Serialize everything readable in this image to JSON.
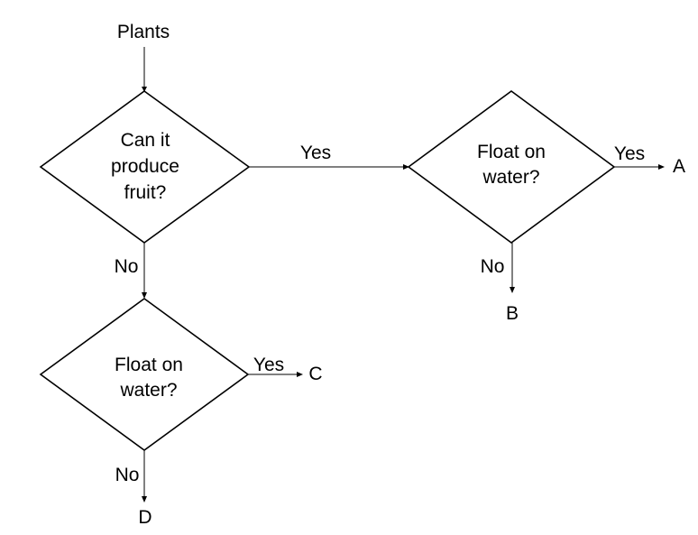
{
  "start_label": "Plants",
  "nodes": {
    "fruit_question": {
      "lines": [
        "Can it",
        "produce",
        "fruit?"
      ]
    },
    "float_right": {
      "lines": [
        "Float on",
        "water?"
      ]
    },
    "float_left": {
      "lines": [
        "Float on",
        "water?"
      ]
    }
  },
  "edges": {
    "fruit_yes": "Yes",
    "fruit_no": "No",
    "right_yes": "Yes",
    "right_no": "No",
    "left_yes": "Yes",
    "left_no": "No"
  },
  "outcomes": {
    "a": "A",
    "b": "B",
    "c": "C",
    "d": "D"
  },
  "colors": {
    "line": "#000000",
    "background": "#ffffff"
  }
}
